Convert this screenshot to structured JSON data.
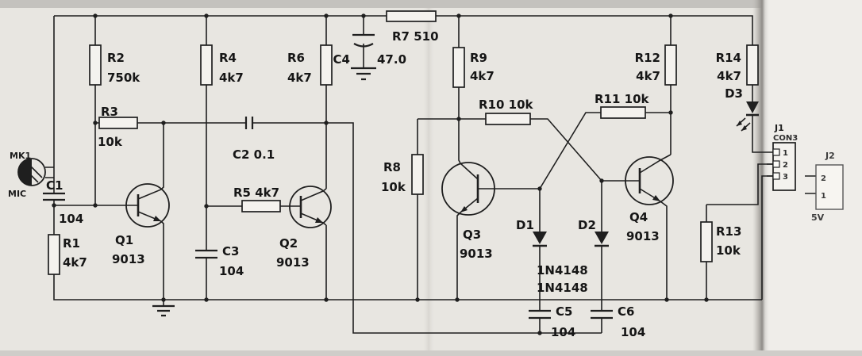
{
  "schematic": {
    "colors": {
      "ink": "#1f1f1f",
      "paper": "#e8e6e1"
    },
    "components": {
      "mic": {
        "ref": "MK1",
        "label": "MIC"
      },
      "r1": {
        "ref": "R1",
        "value": "4k7"
      },
      "r2": {
        "ref": "R2",
        "value": "750k"
      },
      "r3": {
        "ref": "R3",
        "value": "10k"
      },
      "r4": {
        "ref": "R4",
        "value": "4k7"
      },
      "r5": {
        "label": "R5 4k7"
      },
      "r6": {
        "ref": "R6",
        "value": "4k7"
      },
      "r7": {
        "label": "R7 510"
      },
      "r8": {
        "ref": "R8",
        "value": "10k"
      },
      "r9": {
        "ref": "R9",
        "value": "4k7"
      },
      "r10": {
        "label": "R10 10k"
      },
      "r11": {
        "label": "R11 10k"
      },
      "r12": {
        "ref": "R12",
        "value": "4k7"
      },
      "r13": {
        "ref": "R13",
        "value": "10k"
      },
      "r14": {
        "ref": "R14",
        "value": "4k7"
      },
      "c1": {
        "ref": "C1",
        "value": "104"
      },
      "c2": {
        "label": "C2 0.1"
      },
      "c3": {
        "ref": "C3",
        "value": "104"
      },
      "c4": {
        "ref": "C4",
        "value": "47.0"
      },
      "c5": {
        "ref": "C5",
        "value": "104"
      },
      "c6": {
        "ref": "C6",
        "value": "104"
      },
      "q1": {
        "ref": "Q1",
        "value": "9013"
      },
      "q2": {
        "ref": "Q2",
        "value": "9013"
      },
      "q3": {
        "ref": "Q3",
        "value": "9013"
      },
      "q4": {
        "ref": "Q4",
        "value": "9013"
      },
      "d1": {
        "ref": "D1",
        "part": "1N4148"
      },
      "d2": {
        "ref": "D2",
        "part": "1N4148"
      },
      "d3": {
        "ref": "D3"
      },
      "j1": {
        "ref": "J1",
        "type": "CON3",
        "pins": [
          "1",
          "2",
          "3"
        ]
      },
      "j2": {
        "ref": "J2",
        "pins": [
          "2",
          "1"
        ],
        "label": "5V"
      }
    }
  }
}
